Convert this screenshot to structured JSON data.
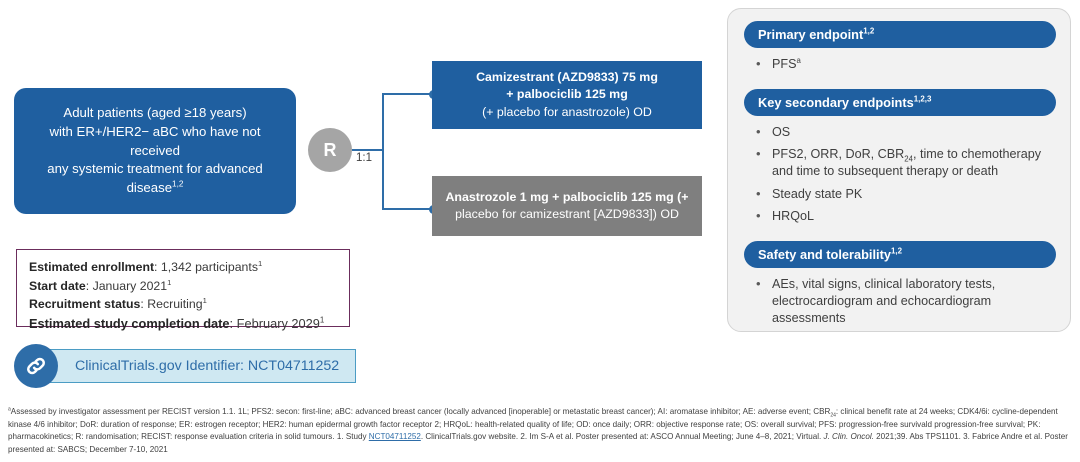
{
  "population": {
    "line1": "Adult patients (aged ≥18 years)",
    "line2": "with ER+/HER2− aBC who have not received",
    "line3": "any systemic treatment for advanced",
    "line4": "disease",
    "line4_sup": "1,2"
  },
  "randomisation": {
    "label": "R",
    "ratio": "1:1"
  },
  "arms": {
    "experimental": {
      "bold_line1": "Camizestrant (AZD9833) 75 mg",
      "bold_line2": "+ palbociclib 125 mg",
      "regular_line": "(+ placebo for anastrozole) OD"
    },
    "comparator": {
      "bold_line": "Anastrozole 1 mg + palbociclib 125 mg (+",
      "regular_line": "placebo for camizestrant [AZD9833]) OD"
    }
  },
  "enrollment": {
    "rows": [
      {
        "label": "Estimated enrollment",
        "value": "1,342 participants",
        "sup": "1"
      },
      {
        "label": "Start date",
        "value": "January 2021",
        "sup": "1"
      },
      {
        "label": "Recruitment status",
        "value": "Recruiting",
        "sup": "1"
      },
      {
        "label": "Estimated study completion date",
        "value": "February 2029",
        "sup": "1"
      }
    ]
  },
  "identifier": {
    "icon": "link-icon",
    "text": "ClinicalTrials.gov Identifier: NCT04711252"
  },
  "endpoints": {
    "primary": {
      "title": "Primary endpoint",
      "title_sup": "1,2",
      "items": [
        {
          "text": "PFS",
          "sup": "a"
        }
      ]
    },
    "secondary": {
      "title": "Key secondary endpoints",
      "title_sup": "1,2,3",
      "items": [
        {
          "text": "OS"
        },
        {
          "pre": "PFS2, ORR, DoR, CBR",
          "sub": "24",
          "post": ", time to chemotherapy and time to subsequent therapy or death"
        },
        {
          "text": "Steady state PK"
        },
        {
          "text": "HRQoL"
        }
      ]
    },
    "safety": {
      "title": "Safety and tolerability",
      "title_sup": "1,2",
      "items": [
        {
          "text": "AEs, vital signs, clinical laboratory tests, electrocardiogram and echocardiogram assessments"
        }
      ]
    }
  },
  "footnotes": {
    "sup_marker": "a",
    "line1": "Assessed by investigator assessment per RECIST version 1.1. 1L; PFS2: secon: first-line; aBC: advanced breast cancer (locally advanced [inoperable] or metastatic breast cancer); AI: aromatase inhibitor; AE: adverse event; CBR",
    "line1_sub": "24",
    "line1_end": ": clinical",
    "line2": "benefit rate at 24 weeks; CDK4/6i: cycline-dependent kinase 4/6 inhibitor; DoR: duration of response; ER: estrogen receptor; HER2: human epidermal growth factor receptor 2; HRQoL: health-related quality of life; OD: once daily; ORR:",
    "line3": "objective response rate; OS: overall survival; PFS: progression-free survivald progression-free survival; PK: pharmacokinetics; R: randomisation; RECIST: response evaluation criteria in solid tumours. 1. Study ",
    "line3_link": "NCT04711252",
    "line3_end": ". ClinicalTrials.gov",
    "line4_a": "website. 2. Im S-A et al. Poster presented at: ASCO Annual Meeting; June 4–8, 2021; Virtual. ",
    "line4_italic": "J. Clin. Oncol.",
    "line4_b": " 2021;39. Abs TPS1101. 3. Fabrice Andre et al. Poster presented at: SABCS; December 7-10, 2021"
  }
}
